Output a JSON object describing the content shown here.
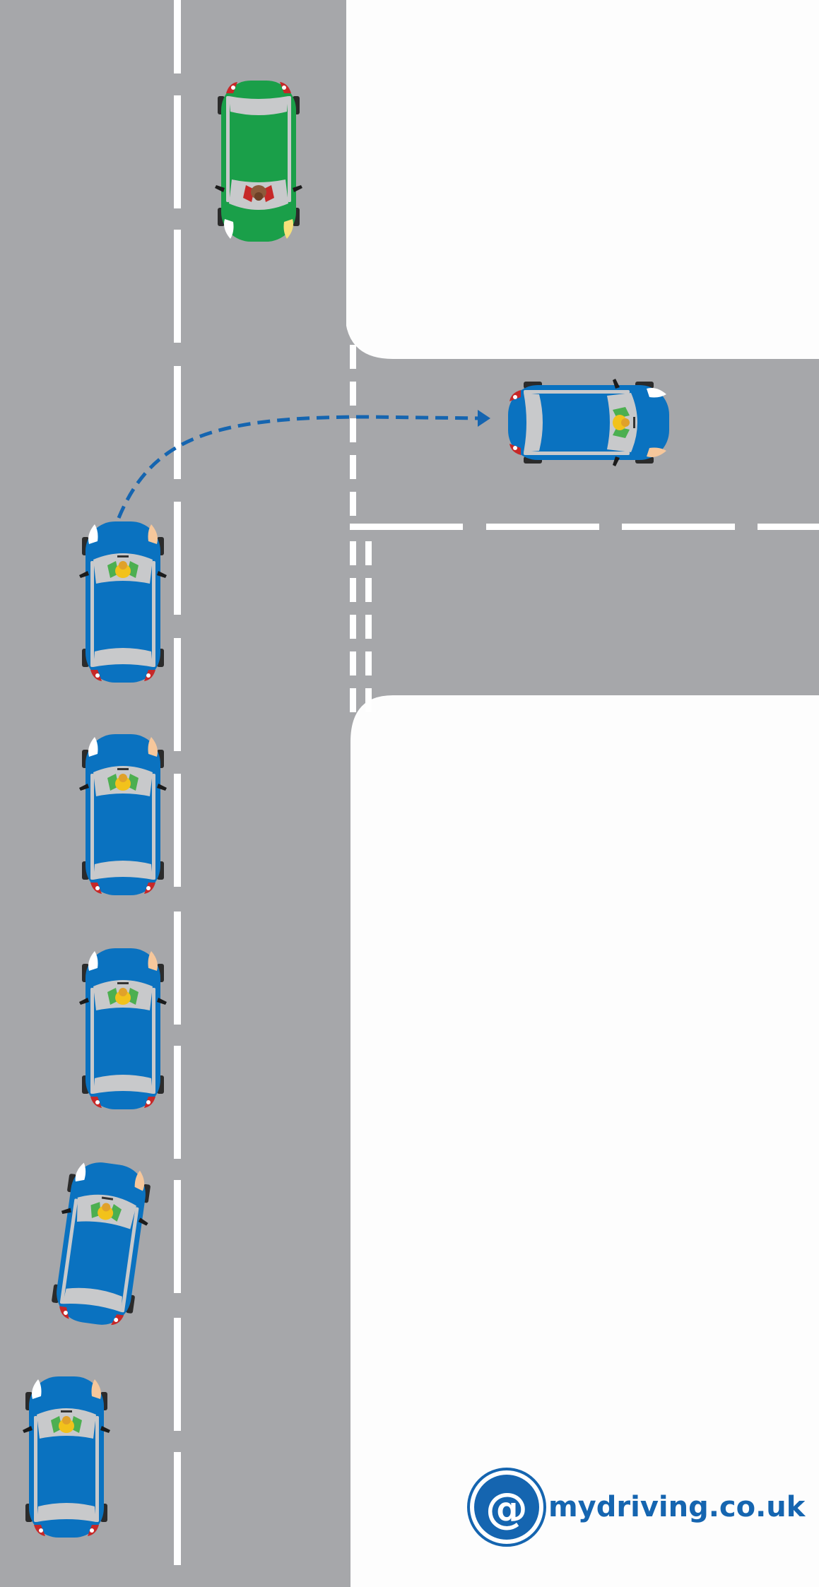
{
  "diagram": {
    "subject": "Turning right into a side road: car moves from the left lane position toward the centre and turns into the junction",
    "colors": {
      "road": "#a6a7aa",
      "background": "#fdfdfd",
      "markings": "#ffffff",
      "blue_car": "#0a72c0",
      "green_car": "#1a9f49",
      "path_arrow": "#1565b0"
    },
    "cars": [
      {
        "id": "oncoming-car",
        "color": "green",
        "direction": "down"
      },
      {
        "id": "turned-car",
        "color": "blue",
        "direction": "right"
      },
      {
        "id": "car-step-1",
        "color": "blue",
        "direction": "up"
      },
      {
        "id": "car-step-2",
        "color": "blue",
        "direction": "up"
      },
      {
        "id": "car-step-3",
        "color": "blue",
        "direction": "up"
      },
      {
        "id": "car-step-4",
        "color": "blue",
        "direction": "up",
        "angled": true
      },
      {
        "id": "car-step-5",
        "color": "blue",
        "direction": "up"
      }
    ],
    "path": {
      "style": "dashed",
      "ends_with": "arrow-head"
    }
  },
  "logo": {
    "text": "mydriving.co.uk",
    "icon": "at-sign-icon",
    "color": "#1565b0"
  }
}
